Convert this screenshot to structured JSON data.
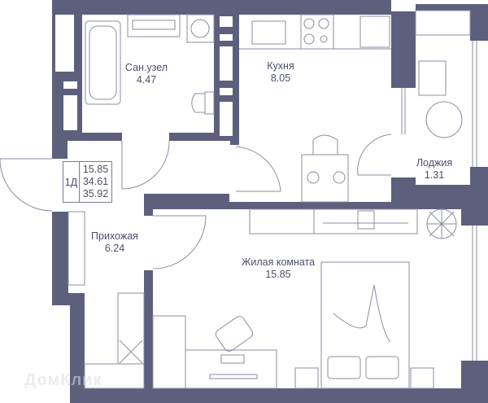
{
  "rooms": {
    "bathroom": {
      "name": "Сан.узел",
      "area": "4.47"
    },
    "kitchen": {
      "name": "Кухня",
      "area": "8.05"
    },
    "loggia": {
      "name": "Лоджия",
      "area": "1.31"
    },
    "hallway": {
      "name": "Прихожая",
      "area": "6.24"
    },
    "living": {
      "name": "Жилая комната",
      "area": "15.85"
    }
  },
  "summary": {
    "type": "1Д",
    "living_area": "15.85",
    "total_area": "34.61",
    "total_with_loggia": "35.92"
  },
  "watermark": "ДомКлик",
  "colors": {
    "wall": "#5d5f7d",
    "text": "#4b4e6b",
    "furniture": "#8a8ca3"
  }
}
